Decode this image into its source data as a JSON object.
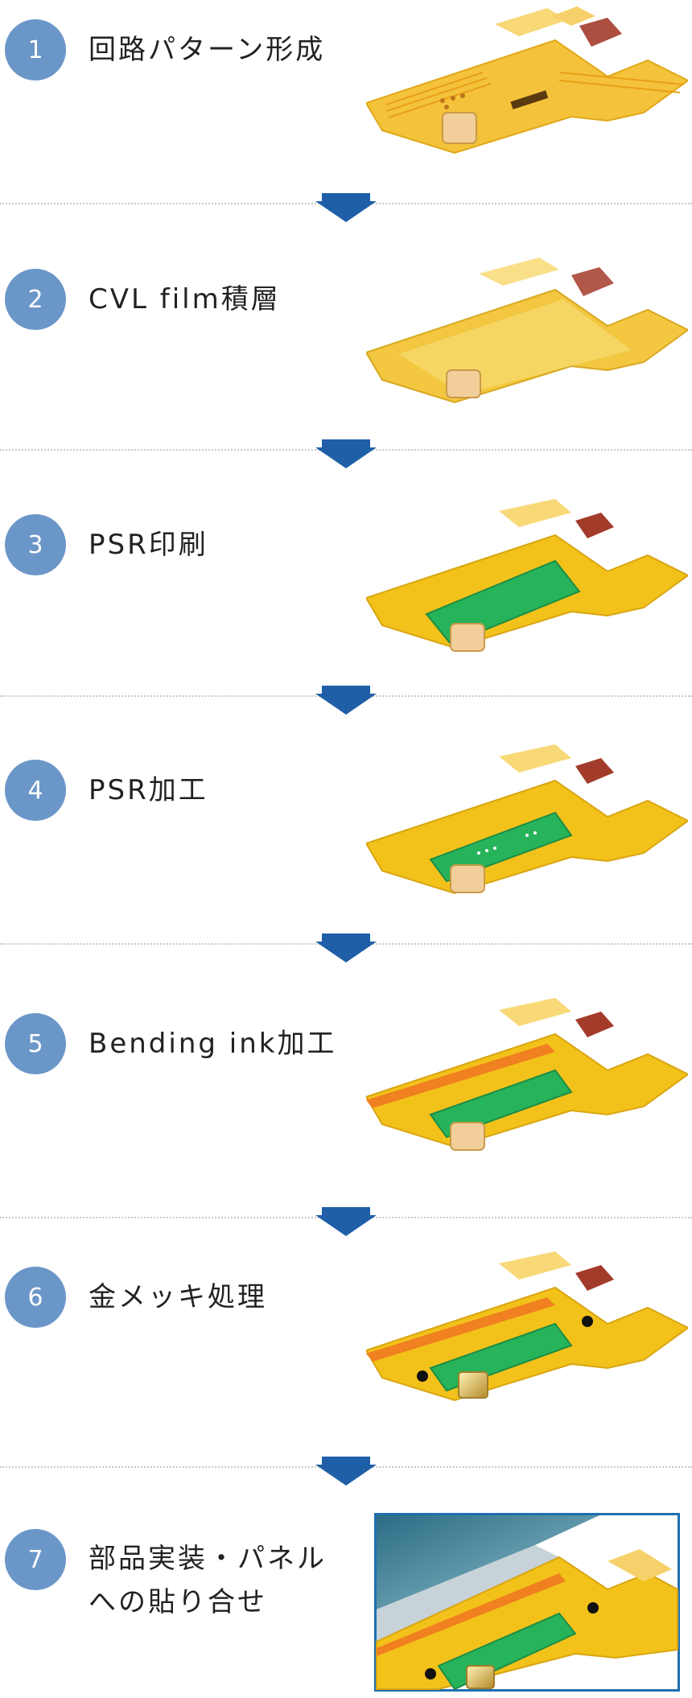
{
  "steps": [
    {
      "num": "1",
      "label": "回路パターン形成"
    },
    {
      "num": "2",
      "label": "CVL film積層"
    },
    {
      "num": "3",
      "label": "PSR印刷"
    },
    {
      "num": "4",
      "label": "PSR加工"
    },
    {
      "num": "5",
      "label": "Bending ink加工"
    },
    {
      "num": "6",
      "label": "金メッキ処理"
    },
    {
      "num": "7",
      "label_line1": "部品実装・パネル",
      "label_line2": "への貼り合せ"
    }
  ],
  "colors": {
    "step_circle": "#6b96c8",
    "arrow": "#1f5fa8",
    "board_yellow": "#f3c21a",
    "psr_green": "#27b35a",
    "bending_orange": "#f08020",
    "pad_gold": "#d8b870",
    "panel_border": "#1e6fb0"
  }
}
